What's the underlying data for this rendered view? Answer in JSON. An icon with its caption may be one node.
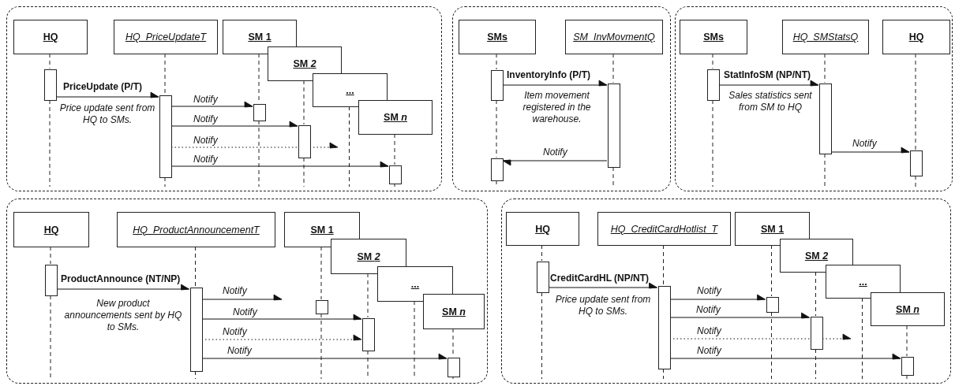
{
  "diagram": {
    "nodes": [
      {
        "text": [],
        "shape": "box"
      },
      {
        "text": [
          "HQ"
        ],
        "in": 0
      },
      {
        "text": [
          "HQ_PriceUpdateT"
        ],
        "in": 0
      },
      {
        "text": [
          "SM 1"
        ],
        "in": 0
      },
      {
        "text": [
          "SM *2*"
        ],
        "in": 0
      },
      {
        "text": [
          "..."
        ],
        "in": 0
      },
      {
        "text": [
          "SM *n*"
        ],
        "in": 0
      },
      {
        "text": [],
        "shape": "bar",
        "in": 0
      },
      {
        "text": [],
        "shape": "bar",
        "in": 0
      },
      {
        "text": [],
        "shape": "bar",
        "in": 0
      },
      {
        "text": [],
        "shape": "bar",
        "in": 0
      },
      {
        "text": [],
        "shape": "bar",
        "in": 0
      },
      {
        "text": [],
        "shape": "box"
      },
      {
        "text": [
          "SMs"
        ],
        "in": 12
      },
      {
        "text": [
          "SM_InvMovmentQ"
        ],
        "in": 12
      },
      {
        "text": [],
        "shape": "bar",
        "in": 12
      },
      {
        "text": [],
        "shape": "bar",
        "in": 12
      },
      {
        "text": [],
        "shape": "bar",
        "in": 12
      },
      {
        "text": [],
        "shape": "box"
      },
      {
        "text": [
          "SMs"
        ],
        "in": 18
      },
      {
        "text": [
          "HQ_SMStatsQ"
        ],
        "in": 18
      },
      {
        "text": [
          "HQ"
        ],
        "in": 18
      },
      {
        "text": [],
        "shape": "bar",
        "in": 18
      },
      {
        "text": [],
        "shape": "bar",
        "in": 18
      },
      {
        "text": [],
        "shape": "bar",
        "in": 18
      },
      {
        "text": [],
        "shape": "box"
      },
      {
        "text": [
          "HQ"
        ],
        "in": 25
      },
      {
        "text": [
          "HQ_ProductAnnouncementT"
        ],
        "in": 25
      },
      {
        "text": [
          "SM 1"
        ],
        "in": 25
      },
      {
        "text": [
          "SM *2*"
        ],
        "in": 25
      },
      {
        "text": [
          "..."
        ],
        "in": 25
      },
      {
        "text": [
          "SM *n*"
        ],
        "in": 25
      },
      {
        "text": [],
        "shape": "bar",
        "in": 25
      },
      {
        "text": [],
        "shape": "bar",
        "in": 25
      },
      {
        "text": [],
        "shape": "bar",
        "in": 25
      },
      {
        "text": [],
        "shape": "bar",
        "in": 25
      },
      {
        "text": [],
        "shape": "bar",
        "in": 25
      },
      {
        "text": [],
        "shape": "box"
      },
      {
        "text": [
          "HQ"
        ],
        "in": 37
      },
      {
        "text": [
          "HQ_CreditCardHotlist_T"
        ],
        "in": 37
      },
      {
        "text": [
          "SM 1"
        ],
        "in": 37
      },
      {
        "text": [
          "SM *2*"
        ],
        "in": 37
      },
      {
        "text": [
          "..."
        ],
        "in": 37
      },
      {
        "text": [
          "SM *n*"
        ],
        "in": 37
      },
      {
        "text": [],
        "shape": "bar",
        "in": 37
      },
      {
        "text": [],
        "shape": "bar",
        "in": 37
      },
      {
        "text": [],
        "shape": "bar",
        "in": 37
      },
      {
        "text": [],
        "shape": "bar",
        "in": 37
      },
      {
        "text": [],
        "shape": "bar",
        "in": 37
      }
    ],
    "edges": [
      {
        "from": 7,
        "to": 8,
        "arrow": "to",
        "label": "PriceUpdate (P/T)"
      },
      {
        "from": 8,
        "to": 9,
        "arrow": "to",
        "label": "Notify"
      },
      {
        "from": 8,
        "to": 10,
        "arrow": "to",
        "label": "Notify"
      },
      {
        "from": 8,
        "to": null,
        "arrow": "to",
        "label": "Notify",
        "style": "dashed"
      },
      {
        "from": 8,
        "to": 11,
        "arrow": "to",
        "label": "Notify"
      },
      {
        "from": 15,
        "to": 16,
        "arrow": "to",
        "label": "InventoryInfo (P/T)"
      },
      {
        "from": 16,
        "to": 17,
        "arrow": "to",
        "label": "Notify"
      },
      {
        "from": 22,
        "to": 23,
        "arrow": "to",
        "label": "StatInfoSM (NP/NT)"
      },
      {
        "from": 23,
        "to": 24,
        "arrow": "to",
        "label": "Notify"
      },
      {
        "from": 32,
        "to": 33,
        "arrow": "to",
        "label": "ProductAnnounce (NT/NP)"
      },
      {
        "from": 33,
        "to": null,
        "arrow": "to",
        "label": "Notify"
      },
      {
        "from": 33,
        "to": 35,
        "arrow": "to",
        "label": "Notify"
      },
      {
        "from": 33,
        "to": 35,
        "arrow": "to",
        "label": "Notify",
        "style": "dashed"
      },
      {
        "from": 33,
        "to": 36,
        "arrow": "to",
        "label": "Notify"
      },
      {
        "from": 44,
        "to": 45,
        "arrow": "to",
        "label": "CreditCardHL (NP/NT)"
      },
      {
        "from": 45,
        "to": 46,
        "arrow": "to",
        "label": "Notify"
      },
      {
        "from": 45,
        "to": 47,
        "arrow": "to",
        "label": "Notify"
      },
      {
        "from": 45,
        "to": null,
        "arrow": "to",
        "label": "Notify",
        "style": "dashed"
      },
      {
        "from": 45,
        "to": 48,
        "arrow": "to",
        "label": "Notify"
      },
      {
        "from": 1,
        "to": 7,
        "arrow": "none",
        "style": "dashed"
      },
      {
        "from": 2,
        "to": 8,
        "arrow": "none",
        "style": "dashed"
      },
      {
        "from": 3,
        "to": 9,
        "arrow": "none",
        "style": "dashed"
      },
      {
        "from": 4,
        "to": 10,
        "arrow": "none",
        "style": "dashed"
      },
      {
        "from": 6,
        "to": 11,
        "arrow": "none",
        "style": "dashed"
      },
      {
        "from": 13,
        "to": 15,
        "arrow": "none",
        "style": "dashed"
      },
      {
        "from": 15,
        "to": 17,
        "arrow": "none",
        "style": "dashed"
      },
      {
        "from": 14,
        "to": 16,
        "arrow": "none",
        "style": "dashed"
      },
      {
        "from": 19,
        "to": 22,
        "arrow": "none",
        "style": "dashed"
      },
      {
        "from": 20,
        "to": 23,
        "arrow": "none",
        "style": "dashed"
      },
      {
        "from": 21,
        "to": 24,
        "arrow": "none",
        "style": "dashed"
      },
      {
        "from": 26,
        "to": 32,
        "arrow": "none",
        "style": "dashed"
      },
      {
        "from": 27,
        "to": 33,
        "arrow": "none",
        "style": "dashed"
      },
      {
        "from": 28,
        "to": 34,
        "arrow": "none",
        "style": "dashed"
      },
      {
        "from": 29,
        "to": 35,
        "arrow": "none",
        "style": "dashed"
      },
      {
        "from": 31,
        "to": 36,
        "arrow": "none",
        "style": "dashed"
      },
      {
        "from": 38,
        "to": 44,
        "arrow": "none",
        "style": "dashed"
      },
      {
        "from": 39,
        "to": 45,
        "arrow": "none",
        "style": "dashed"
      },
      {
        "from": 40,
        "to": 46,
        "arrow": "none",
        "style": "dashed"
      },
      {
        "from": 41,
        "to": 47,
        "arrow": "none",
        "style": "dashed"
      },
      {
        "from": 43,
        "to": 48,
        "arrow": "none",
        "style": "dashed"
      }
    ],
    "labels": [
      "Price update sent from HQ to SMs.",
      "Item movement registered in the warehouse.",
      "Sales statistics sent from SM to HQ",
      "New product announcements sent by HQ to SMs.",
      "Price update sent from HQ to SMs."
    ]
  }
}
